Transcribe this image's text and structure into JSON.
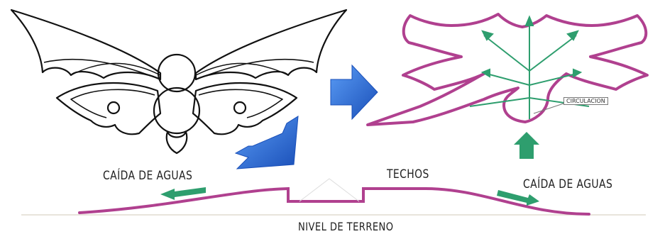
{
  "labels": {
    "caida_aguas_left": "CAÍDA DE AGUAS",
    "techos": "TECHOS",
    "caida_aguas_right": "CAÍDA DE AGUAS",
    "nivel_terreno": "NIVEL DE TERRENO",
    "circulacion": "CIRCULACION"
  },
  "colors": {
    "outline": "#111111",
    "roof": "#b0408f",
    "arrow_blue": "#1f5fd0",
    "arrow_green": "#2e9e6e",
    "ground": "#d9d4c8"
  }
}
